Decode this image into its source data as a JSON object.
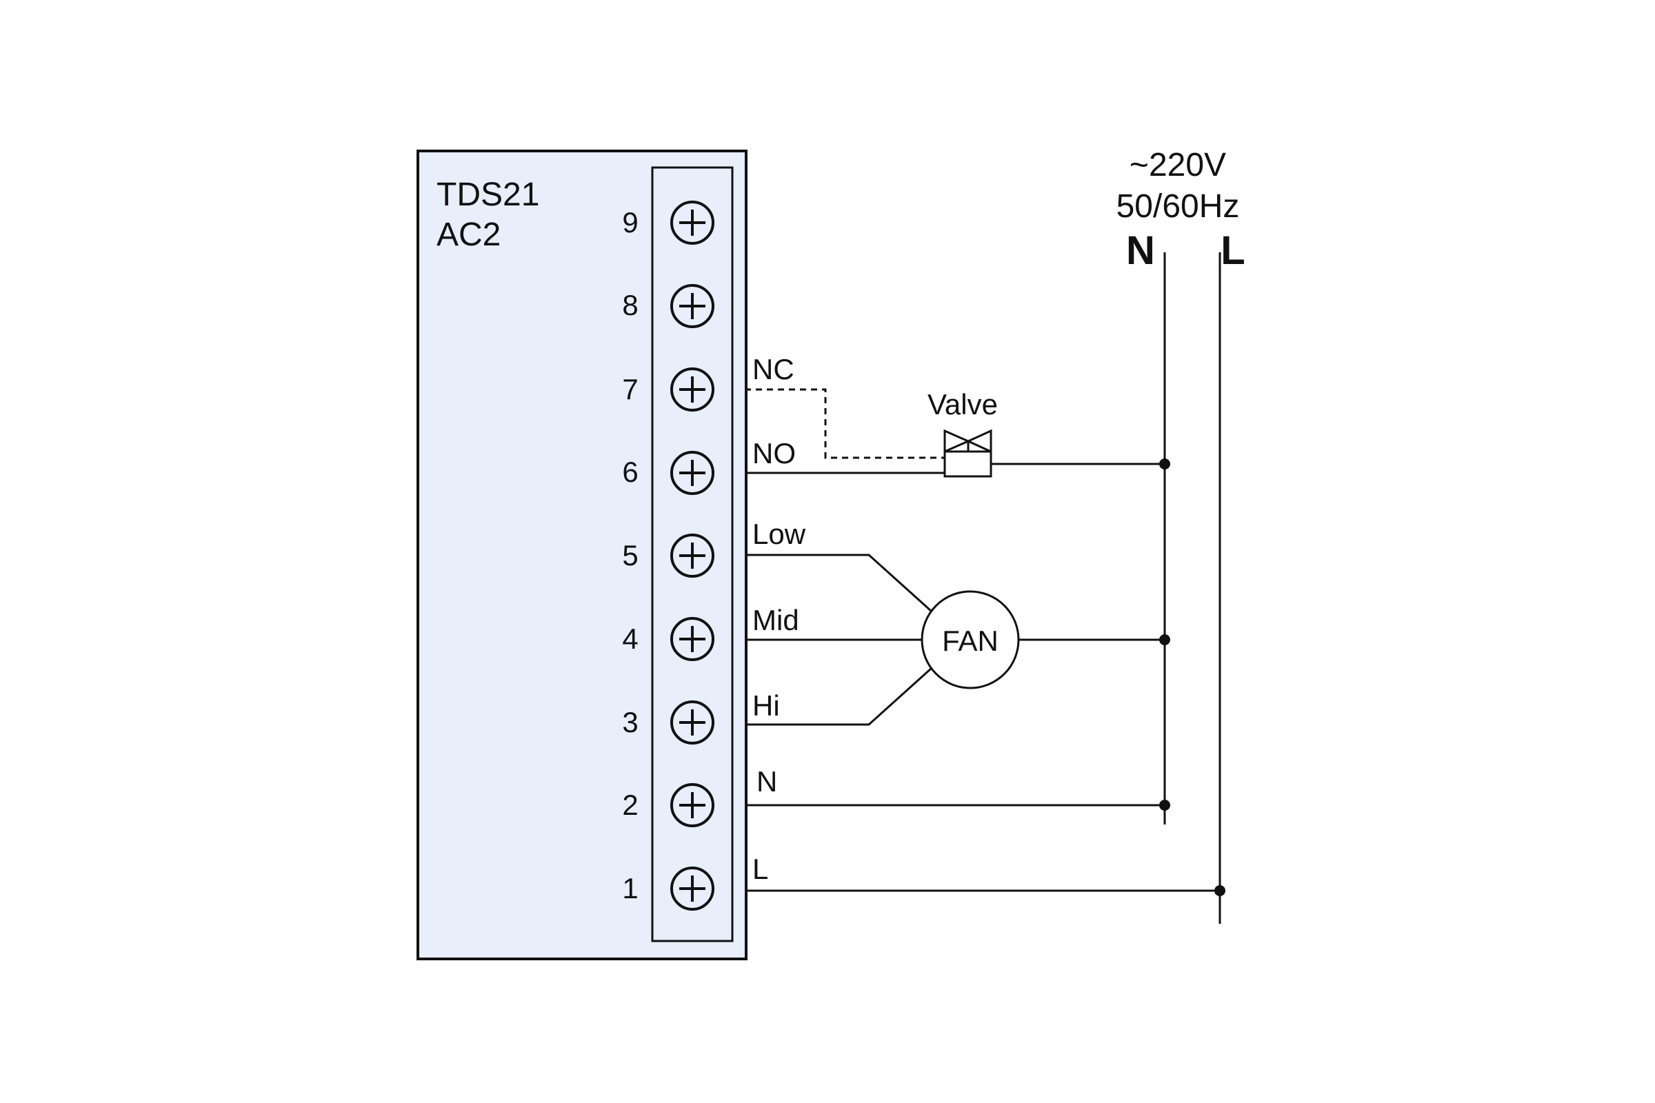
{
  "device": {
    "model": "TDS21",
    "variant": "AC2",
    "fill_color": "#e8eefa",
    "terminals": [
      "9",
      "8",
      "7",
      "6",
      "5",
      "4",
      "3",
      "2",
      "1"
    ]
  },
  "supply": {
    "voltage": "~220V",
    "frequency": "50/60Hz",
    "neutral_label": "N",
    "line_label": "L"
  },
  "wires": {
    "nc": "NC",
    "no": "NO",
    "low": "Low",
    "mid": "Mid",
    "hi": "Hi",
    "n": "N",
    "l": "L"
  },
  "components": {
    "valve": "Valve",
    "fan": "FAN"
  },
  "icons": {
    "terminal": "circle-plus-terminal-icon",
    "valve": "two-way-valve-icon",
    "fan": "fan-motor-circle-icon",
    "junction": "junction-dot-icon"
  }
}
